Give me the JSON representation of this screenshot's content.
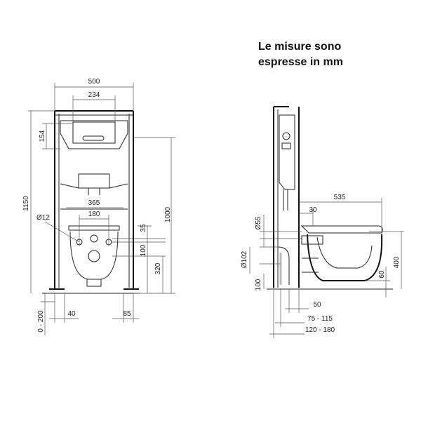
{
  "note": {
    "line1": "Le misure sono",
    "line2": "espresse in mm"
  },
  "front_view": {
    "dim_width_frame": "500",
    "dim_width_plate": "234",
    "dim_height_plate": "154",
    "dim_total_height": "1150",
    "dim_height_1000": "1000",
    "dim_width_365": "365",
    "dim_width_180": "180",
    "dim_diameter_12": "Ø12",
    "dim_35": "35",
    "dim_100": "100",
    "dim_320": "320",
    "dim_floor_range": "0 - 200",
    "dim_40": "40",
    "dim_85": "85"
  },
  "side_view": {
    "dim_535": "535",
    "dim_30": "30",
    "dim_diameter_55": "Ø55",
    "dim_diameter_102": "Ø102",
    "dim_100": "100",
    "dim_400": "400",
    "dim_60": "60",
    "dim_50": "50",
    "dim_range_75_115": "75 - 115",
    "dim_range_120_180": "120 - 180"
  }
}
